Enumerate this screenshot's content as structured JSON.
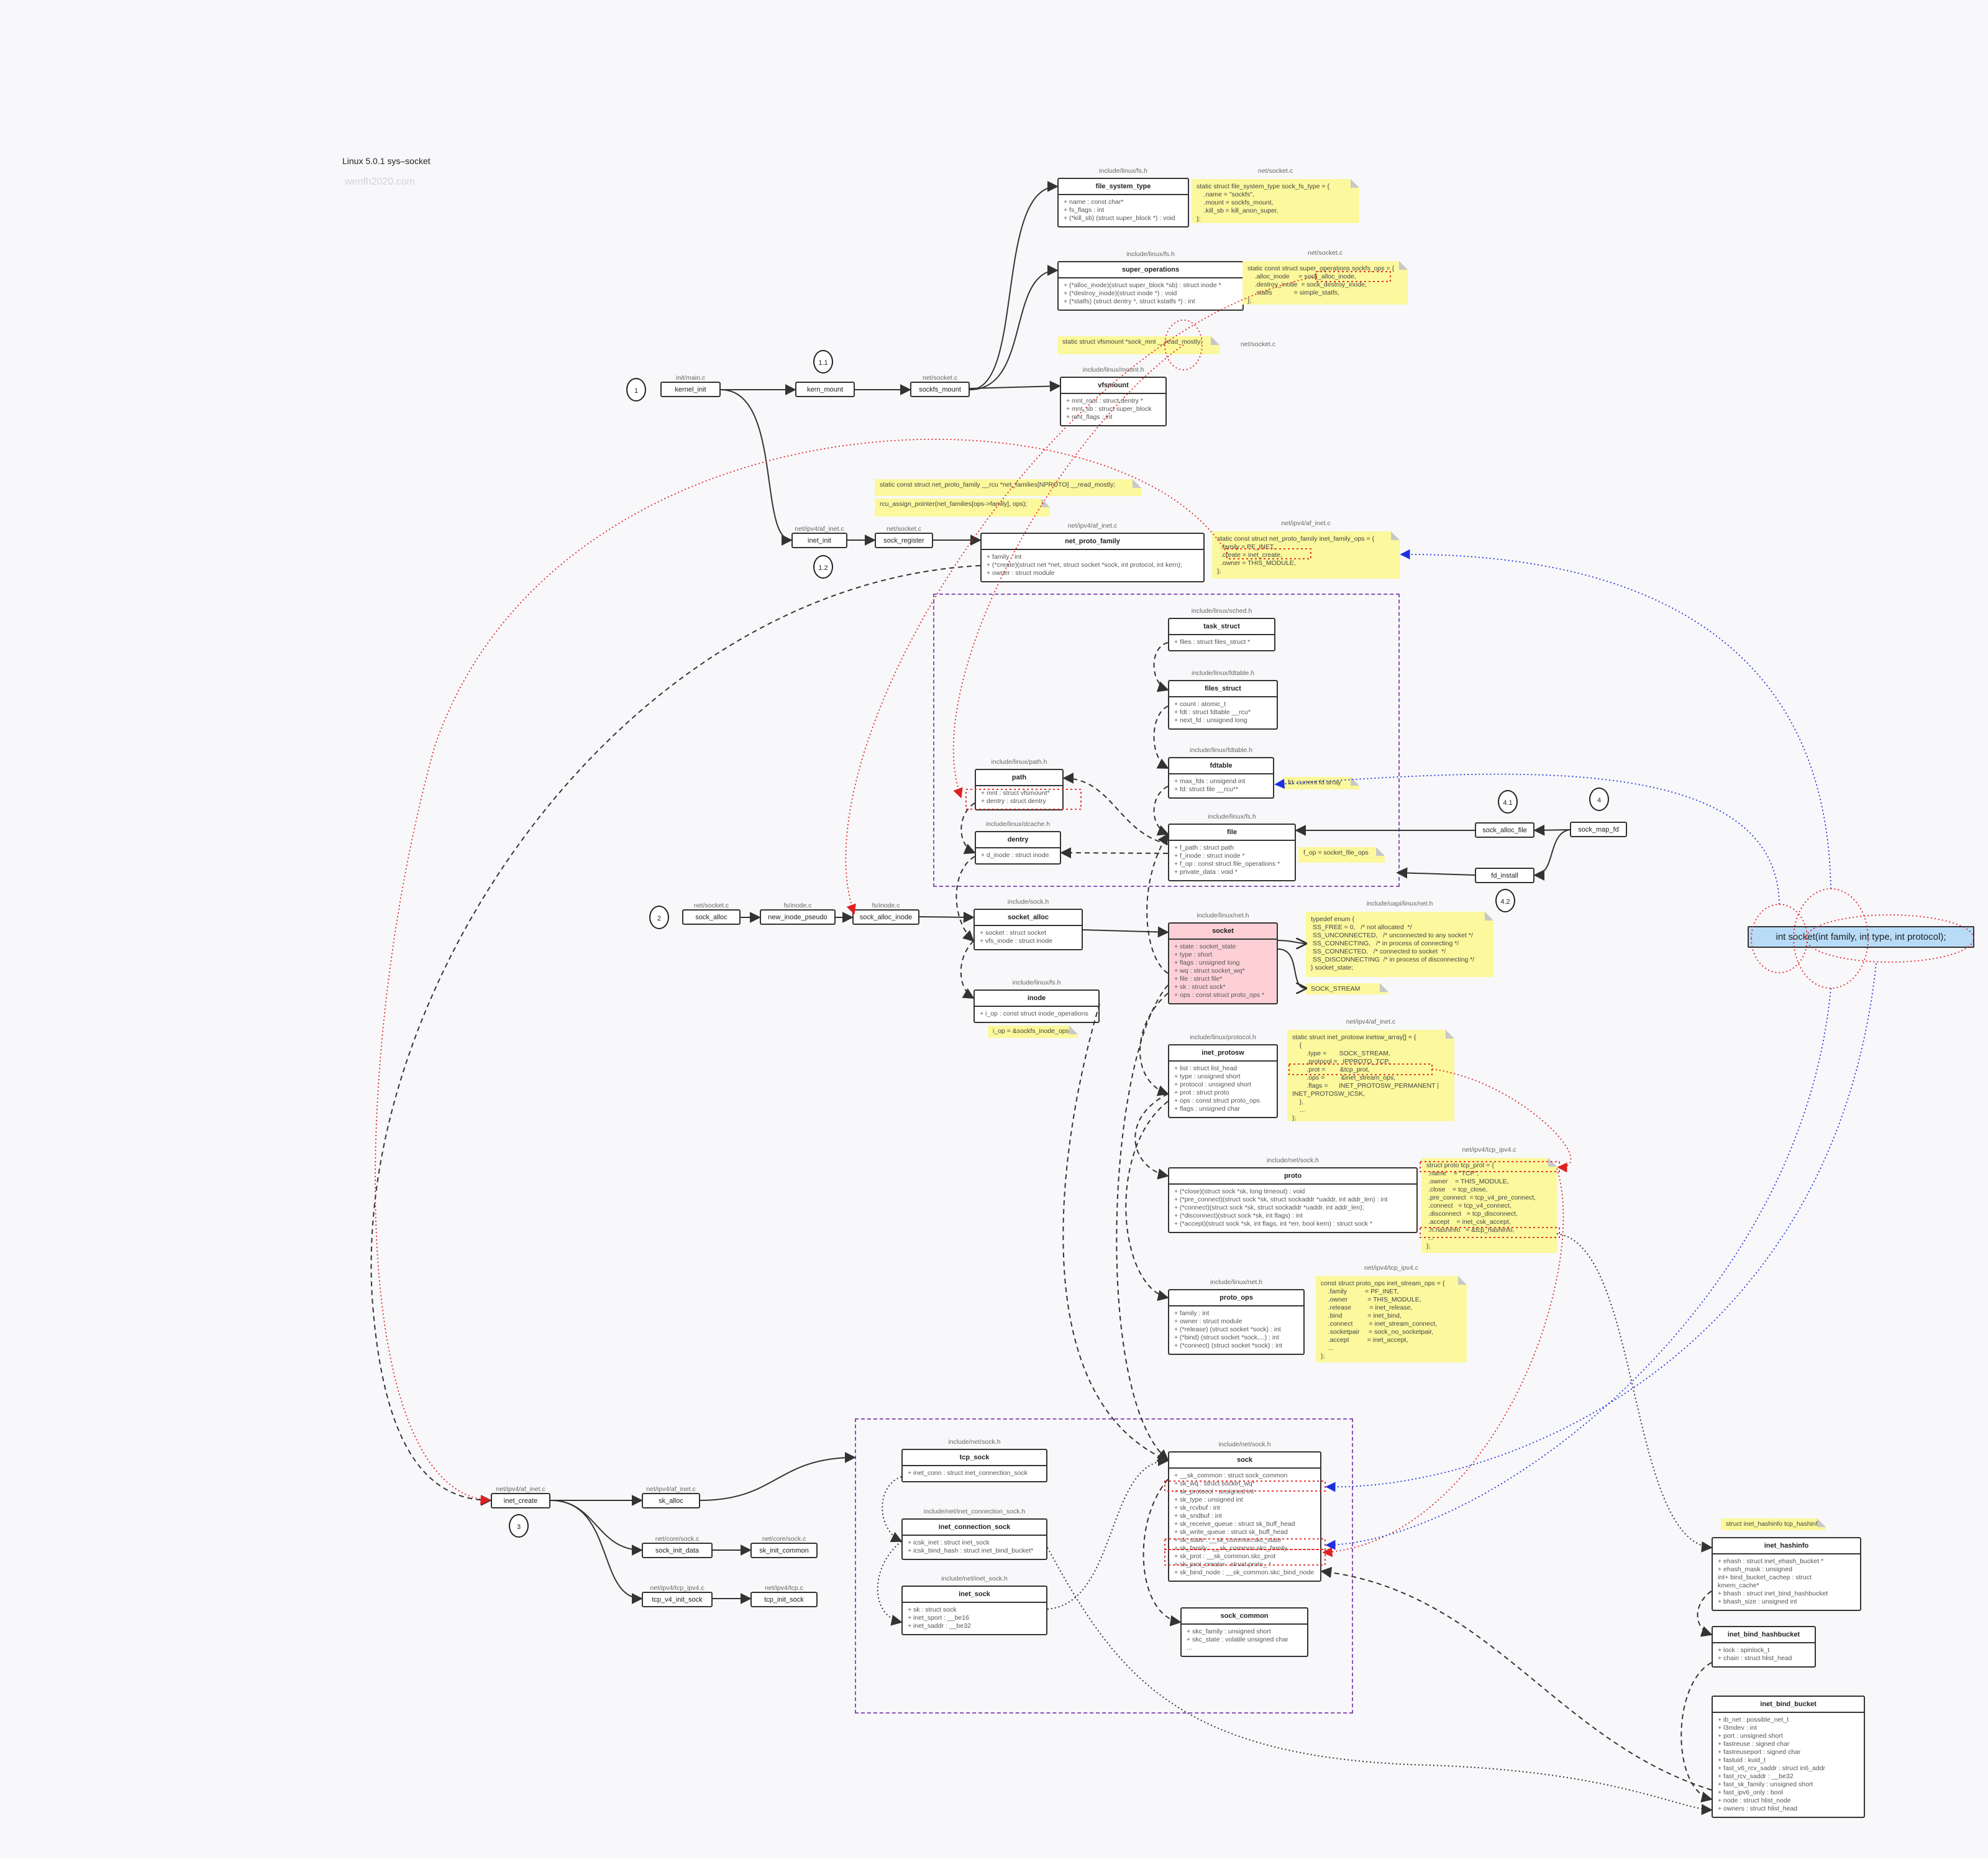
{
  "title": "Linux 5.0.1 sys–socket",
  "watermark": "wenfh2020.com",
  "syscall": "int socket(int family, int type, int protocol);",
  "steps": {
    "s1": "1",
    "s1_1": "1.1",
    "s1_2": "1.2",
    "s2": "2",
    "s3": "3",
    "s4": "4",
    "s4_1": "4.1",
    "s4_2": "4.2"
  },
  "functions": {
    "kernel_init": {
      "file": "init/main.c",
      "name": "kernel_init"
    },
    "kern_mount": {
      "file": "",
      "name": "kern_mount"
    },
    "sockfs_mount": {
      "file": "net/socket.c",
      "name": "sockfs_mount"
    },
    "inet_init": {
      "file": "net/ipv4/af_inet.c",
      "name": "inet_init"
    },
    "sock_register": {
      "file": "net/socket.c",
      "name": "sock_register"
    },
    "sock_alloc": {
      "file": "net/socket.c",
      "name": "sock_alloc"
    },
    "new_inode_pseudo": {
      "file": "fs/inode.c",
      "name": "new_inode_pseudo"
    },
    "sock_alloc_inode": {
      "file": "fs/inode.c",
      "name": "sock_alloc_inode"
    },
    "sock_alloc_file": {
      "file": "",
      "name": "sock_alloc_file"
    },
    "sock_map_fd": {
      "file": "",
      "name": "sock_map_fd"
    },
    "fd_install": {
      "file": "",
      "name": "fd_install"
    },
    "inet_create": {
      "file": "net/ipv4/af_inet.c",
      "name": "inet_create"
    },
    "sk_alloc": {
      "file": "net/ipv4/af_inet.c",
      "name": "sk_alloc"
    },
    "sock_init_data": {
      "file": "net/core/sock.c",
      "name": "sock_init_data"
    },
    "sk_init_common": {
      "file": "net/core/sock.c",
      "name": "sk_init_common"
    },
    "tcp_v4_init_sock": {
      "file": "net/ipv4/tcp_ipv4.c",
      "name": "tcp_v4_init_sock"
    },
    "tcp_init_sock": {
      "file": "net/ipv4/tcp.c",
      "name": "tcp_init_sock"
    }
  },
  "structs": {
    "file_system_type": {
      "file": "include/linux/fs.h",
      "name": "file_system_type",
      "fields": [
        "+ name : const char*",
        "+ fs_flags : int",
        "+ (*kill_sb) (struct super_block *) : void"
      ]
    },
    "super_operations": {
      "file": "include/linux/fs.h",
      "name": "super_operations",
      "fields": [
        "+ (*alloc_inode)(struct super_block *sb) : struct inode *",
        "+ (*destroy_inode)(struct inode *) : void",
        "+ (*statfs) (struct dentry *, struct kstatfs *) : int"
      ]
    },
    "vfsmount": {
      "file": "include/linux/mount.h",
      "name": "vfsmount",
      "fields": [
        "+ mnt_root : struct dentry *",
        "+ mnt_sb : struct super_block",
        "+ mnt_flags : int"
      ]
    },
    "net_proto_family": {
      "file": "net/ipv4/af_inet.c",
      "name": "net_proto_family",
      "fields": [
        "+ family : int",
        "+ (*create)(struct net *net, struct socket *sock, int protocol, int kern);",
        "+ owner : struct module"
      ]
    },
    "task_struct": {
      "file": "include/linux/sched.h",
      "name": "task_struct",
      "fields": [
        "+ files : struct files_struct *"
      ]
    },
    "files_struct": {
      "file": "include/linux/fdtable.h",
      "name": "files_struct",
      "fields": [
        "+ count : atomic_t",
        "+ fdt : struct fdtable __rcu*",
        "+ next_fd : unsigned long"
      ]
    },
    "fdtable": {
      "file": "include/linux/fdtable.h",
      "name": "fdtable",
      "fields": [
        "+ max_fds : unsigend int",
        "+ fd: struct file __rcu**"
      ]
    },
    "path": {
      "file": "include/linux/path.h",
      "name": "path",
      "fields": [
        "+ mnt : struct vfsmount*",
        "+ dentry : struct dentry"
      ]
    },
    "dentry": {
      "file": "include/linux/dcache.h",
      "name": "dentry",
      "fields": [
        "+ d_inode : struct inode"
      ]
    },
    "file": {
      "file": "include/linux/fs.h",
      "name": "file",
      "fields": [
        "+ f_path : struct path",
        "+ f_inode : struct inode *",
        "+ f_op : const struct file_operations *",
        "+ private_data : void *"
      ]
    },
    "socket_alloc": {
      "file": "include/sock.h",
      "name": "socket_alloc",
      "fields": [
        "+ socket : struct socket",
        "+ vfs_inode : struct inode"
      ]
    },
    "inode": {
      "file": "include/linux/fs.h",
      "name": "inode",
      "fields": [
        "+ i_op : const struct inode_operations"
      ]
    },
    "socket": {
      "file": "include/linux/net.h",
      "name": "socket",
      "fields": [
        "+ state : socket_state",
        "+ type : short",
        "+ flags : unsigned long",
        "+ wq : struct socket_wq*",
        "+ file :  struct file*",
        "+ sk : struct sock*",
        "+ ops : const struct proto_ops *"
      ]
    },
    "inet_protosw": {
      "file": "include/linux/protocol.h",
      "name": "inet_protosw",
      "fields": [
        "+ list : struct list_head",
        "+ type : unsigned short",
        "+ protocol : unsigned short",
        "+ prot : struct proto",
        "+ ops : const struct proto_ops",
        "+ flags : unsigned char"
      ]
    },
    "proto": {
      "file": "include/net/sock.h",
      "name": "proto",
      "fields": [
        "+ (*close)(struct sock *sk, long timeout) : void",
        "+ (*pre_connect)(struct sock *sk, struct sockaddr *uaddr, int addr_len) : int",
        "+ (*connect)(struct sock *sk, struct sockaddr *uaddr, int addr_len);",
        "+ (*disconnect)(struct sock *sk, int flags) : int",
        "+ (*accept)(struct sock *sk, int flags, int *err, bool kern) : struct sock *"
      ]
    },
    "proto_ops": {
      "file": "include/linux/net.h",
      "name": "proto_ops",
      "fields": [
        "+ family : int",
        "+ owner : struct module",
        "+ (*release) (struct socket *sock) : int",
        "+ (*bind) (struct socket *sock,...) : int",
        "+ (*connect) (struct socket *sock) : int"
      ]
    },
    "tcp_sock": {
      "file": "include/net/sock.h",
      "name": "tcp_sock",
      "fields": [
        "+ inet_conn : struct inet_connection_sock"
      ]
    },
    "inet_connection_sock": {
      "file": "include/net/inet_connection_sock.h",
      "name": "inet_connection_sock",
      "fields": [
        "+ icsk_inet : struct inet_sock",
        "+ icsk_bind_hash : struct inet_bind_bucket*"
      ]
    },
    "inet_sock": {
      "file": "include/net/inet_sock.h",
      "name": "inet_sock",
      "fields": [
        "+ sk : struct sock",
        "+ inet_sport : __be16",
        "+ inet_saddr : __be32"
      ]
    },
    "sock": {
      "file": "include/net/sock.h",
      "name": "sock",
      "fields": [
        "+ __sk_common : struct sock_common",
        "+ sk_wq : struct socket_wq*",
        "+ sk_protocol : unsigned int",
        "+ sk_type : unsigned int",
        "+ sk_rcvbuf : int",
        "+ sk_sndbuf : int",
        "+ sk_receive_queue : struct sk_buff_head",
        "+ sk_write_queue : struct sk_buff_head",
        "+ sk_state : __sk_common.skc_state",
        "+ sk_family : __sk_common.skc_family",
        "+ sk_prot : __sk_common.skc_prot",
        "+ sk_prot_creator : struct proto_ *",
        "+ sk_bind_node : __sk_common.skc_bind_node"
      ]
    },
    "sock_common": {
      "file": "",
      "name": "sock_common",
      "fields": [
        "+ skc_family : unsigned short",
        "+ skc_state : volatile unsigned char",
        "..."
      ]
    },
    "inet_hashinfo": {
      "file": "",
      "name": "inet_hashinfo",
      "fields": [
        "+ ehash : struct inet_ehash_bucket *",
        "+ ehash_mask : unsigned",
        "int+ bind_bucket_cachep : struct",
        "kmem_cache*",
        "+ bhash : struct inet_bind_hashbucket",
        "+ bhash_size : unsigned int"
      ]
    },
    "inet_bind_hashbucket": {
      "file": "",
      "name": "inet_bind_hashbucket",
      "fields": [
        "+ lock : spinlock_t",
        "+ chain : struct hlist_head"
      ]
    },
    "inet_bind_bucket": {
      "file": "",
      "name": "inet_bind_bucket",
      "fields": [
        "+ ib_net : possible_net_t",
        "+ l3mdev : int",
        "+ port : unsigned short",
        "+ fastreuse : signed char",
        "+ fastreuseport : signed char",
        "+ fastuid : kuid_t",
        "+ fast_v6_rcv_saddr : struct in6_addr",
        "+ fast_rcv_saddr : __be32",
        "+ fast_sk_family : unsigned short",
        "+ fast_ipv6_only : bool",
        "+ node : struct hlist_node",
        "+ owners : struct hlist_head"
      ]
    }
  },
  "notes": {
    "sock_fs_type": {
      "file": "net/socket.c",
      "lines": [
        "static struct file_system_type sock_fs_type = {",
        "    .name = \"sockfs\",",
        "    .mount = sockfs_mount,",
        "    .kill_sb = kill_anon_super,",
        "};"
      ]
    },
    "sockfs_ops": {
      "file": "net/socket.c",
      "lines": [
        "static const struct super_operations sockfs_ops = {",
        "    .alloc_inode     = sock_alloc_inode,",
        "    .destroy_inode  = sock_destroy_inode,",
        "    .statfs            = simple_statfs,",
        "};"
      ]
    },
    "sock_mnt": {
      "file": "net/socket.c",
      "lines": [
        "static struct vfsmount *sock_mnt __read_mostly;"
      ]
    },
    "net_families": {
      "file": "",
      "lines": [
        "static const struct net_proto_family __rcu *net_families[NPROTO] __read_mostly;"
      ]
    },
    "rcu_assign": {
      "file": "",
      "lines": [
        "rcu_assign_pointer(net_families[ops->family], ops);"
      ]
    },
    "inet_family_ops": {
      "file": "net/ipv4/af_inet.c",
      "lines": [
        "static const struct net_proto_family inet_family_ops = {",
        "  .family = PF_INET,",
        "  .create = inet_create,",
        "  .owner = THIS_MODULE,",
        "};"
      ]
    },
    "fd_array": {
      "file": "",
      "lines": [
        "fd: current fd array"
      ]
    },
    "f_op": {
      "file": "",
      "lines": [
        "f_op = socket_file_ops"
      ]
    },
    "i_op": {
      "file": "",
      "lines": [
        "i_op = &sockfs_inode_ops"
      ]
    },
    "socket_state": {
      "file": "include/uapi/linux/net.h",
      "lines": [
        "typedef enum {",
        " SS_FREE = 0,   /* not allocated  */",
        " SS_UNCONNECTED,   /* unconnected to any socket */",
        " SS_CONNECTING,   /* in process of connecting */",
        " SS_CONNECTED,   /* connected to socket  */",
        " SS_DISCONNECTING  /* in process of disconnecting */",
        "} socket_state;"
      ]
    },
    "sock_stream": {
      "file": "",
      "lines": [
        "SOCK_STREAM"
      ]
    },
    "inetsw_array": {
      "file": "net/ipv4/af_inet.c",
      "lines": [
        "static struct inet_protosw inetsw_array[] = {",
        "    {",
        "        .type =       SOCK_STREAM,",
        "        .protocol =   IPPROTO_TCP,",
        "        .prot =        &tcp_prot,",
        "        .ops =         &inet_stream_ops,",
        "        .flags =      INET_PROTOSW_PERMANENT |",
        "INET_PROTOSW_ICSK,",
        "    },",
        "    ...",
        "};"
      ]
    },
    "tcp_prot": {
      "file": "net/ipv4/tcp_ipv4.c",
      "lines": [
        "struct proto tcp_prot = {",
        " .name    = \"TCP\",",
        " .owner    = THIS_MODULE,",
        " .close    = tcp_close,",
        " .pre_connect  = tcp_v4_pre_connect,",
        " .connect   = tcp_v4_connect,",
        " .disconnect   = tcp_disconnect,",
        " .accept    = inet_csk_accept,",
        " .h.hashinfo   = &tcp_hashinfo,",
        " ...",
        "};"
      ]
    },
    "inet_stream_ops": {
      "file": "net/ipv4/tcp_ipv4.c",
      "lines": [
        "const struct proto_ops inet_stream_ops = {",
        "    .family          = PF_INET,",
        "    .owner           = THIS_MODULE,",
        "    .release          = inet_release,",
        "    .bind              = inet_bind,",
        "    .connect         = inet_stream_connect,",
        "    .socketpair     = sock_no_socketpair,",
        "    .accept          = inet_accept,",
        "    ...",
        "};"
      ]
    },
    "tcp_hashinfo": {
      "file": "",
      "lines": [
        "struct inet_hashinfo tcp_hashinfo;"
      ]
    }
  },
  "colors": {
    "note": "#fbf89d",
    "socket": "#fdd0d6",
    "syscall": "#b8dcf8",
    "group": "#8a4fb8",
    "red": "#e02020",
    "blue": "#1f2fe0"
  }
}
